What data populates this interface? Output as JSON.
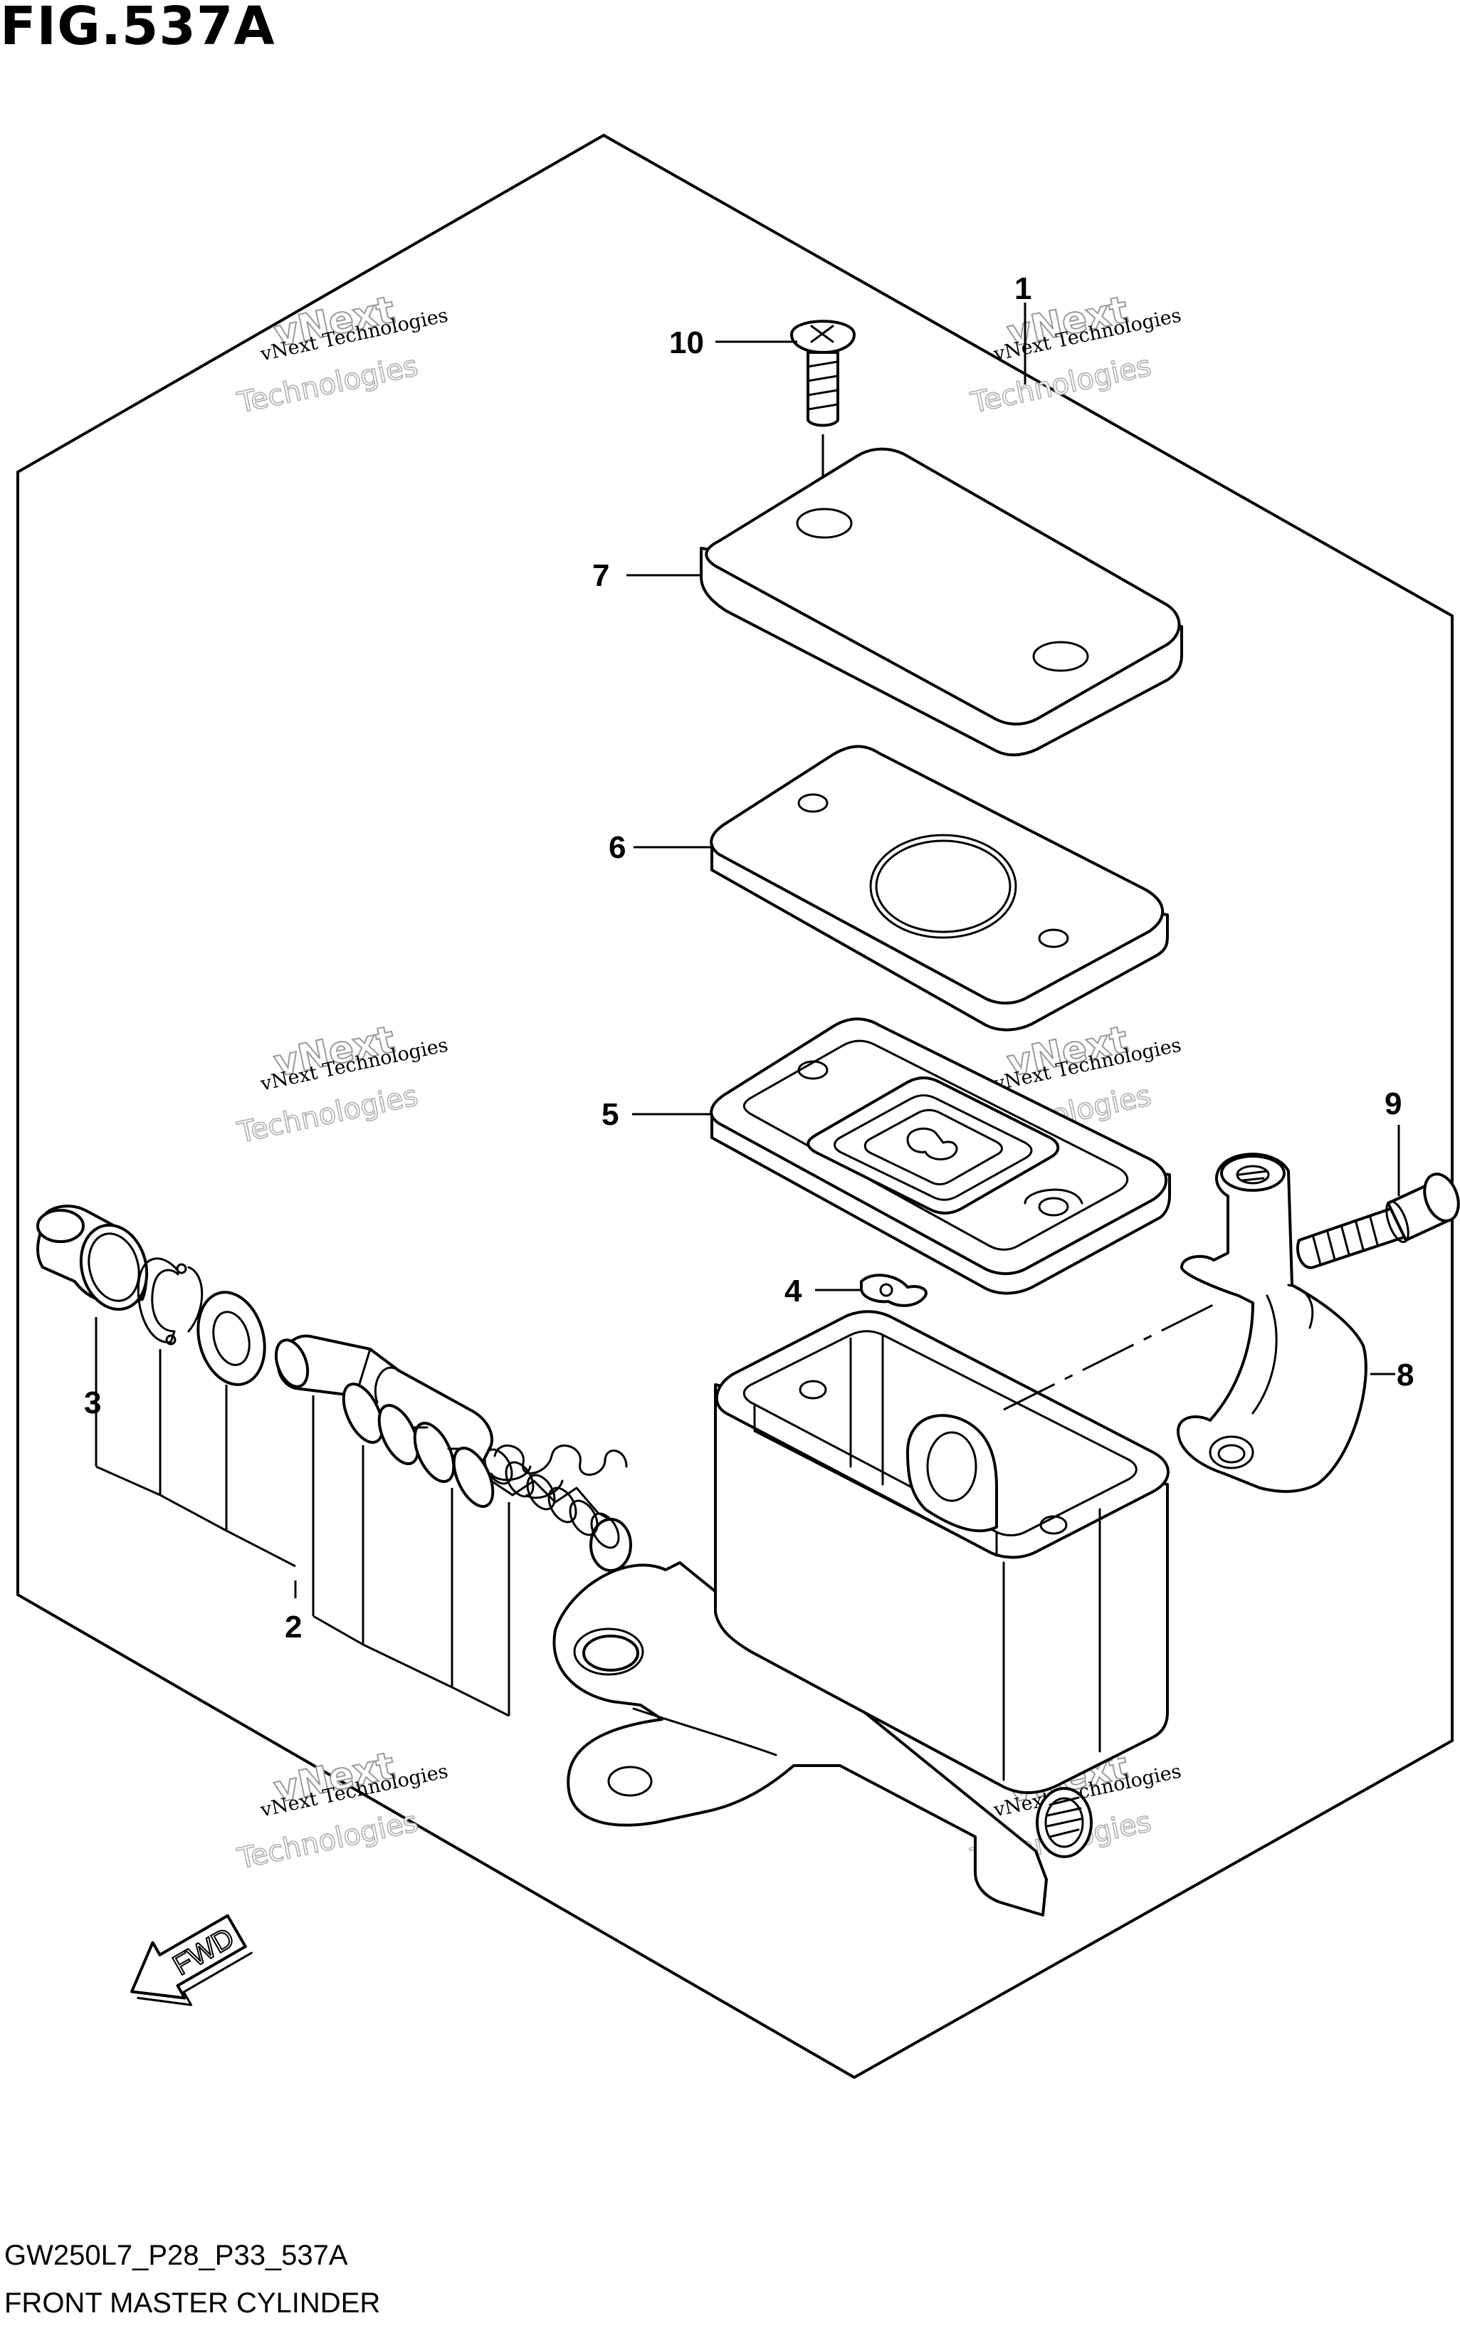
{
  "header": {
    "figure_title": "FIG.537A"
  },
  "footer": {
    "model_code": "GW250L7_P28_P33_537A",
    "group_name": "FRONT MASTER CYLINDER"
  },
  "callouts": {
    "c1": "1",
    "c2": "2",
    "c3": "3",
    "c4": "4",
    "c5": "5",
    "c6": "6",
    "c7": "7",
    "c8": "8",
    "c9": "9",
    "c10": "10"
  },
  "direction_arrow": {
    "label": "FWD"
  },
  "watermark": {
    "line1": "vNext Technologies",
    "line2": "vNext",
    "line3": "Technologies"
  }
}
